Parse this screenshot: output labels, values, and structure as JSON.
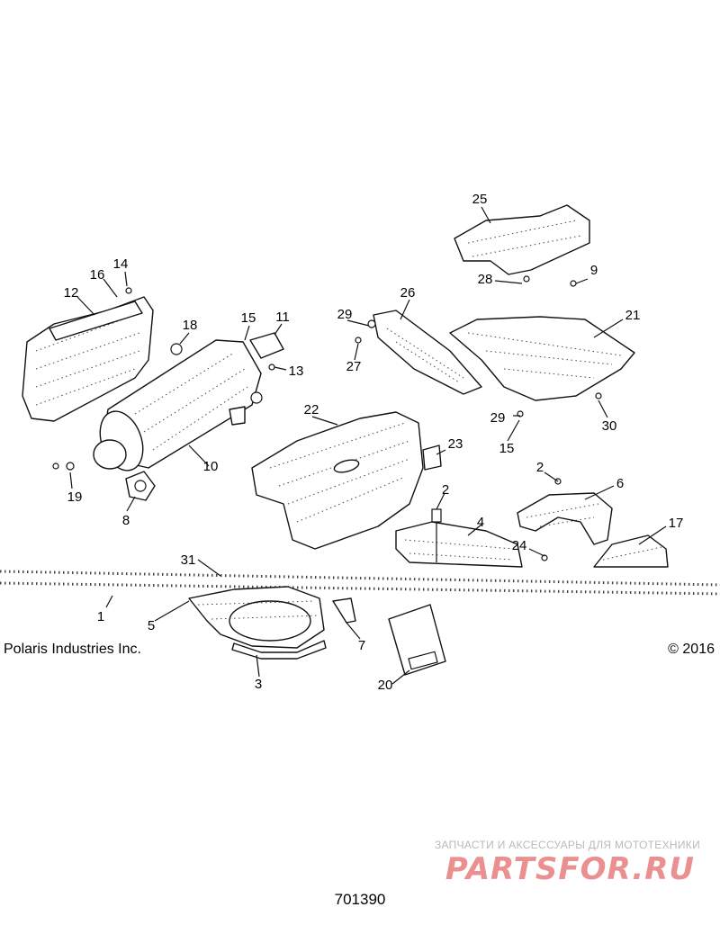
{
  "footer": {
    "company": "Polaris Industries Inc.",
    "copyright": "© 2016",
    "diagram_number": "701390"
  },
  "watermark": {
    "tagline": "ЗАПЧАСТИ И АКСЕССУАРЫ ДЛЯ МОТОТЕХНИКИ",
    "logo": "PARTSFOR.RU",
    "color": "#e56b6b"
  },
  "callouts": {
    "c1": "1",
    "c2a": "2",
    "c2b": "2",
    "c3": "3",
    "c4": "4",
    "c5": "5",
    "c6": "6",
    "c7": "7",
    "c8": "8",
    "c9": "9",
    "c10": "10",
    "c11": "11",
    "c12": "12",
    "c13": "13",
    "c14": "14",
    "c15a": "15",
    "c15b": "15",
    "c16": "16",
    "c17": "17",
    "c18": "18",
    "c19": "19",
    "c20": "20",
    "c21": "21",
    "c22": "22",
    "c23": "23",
    "c24": "24",
    "c25": "25",
    "c26": "26",
    "c27": "27",
    "c28": "28",
    "c29a": "29",
    "c29b": "29",
    "c30": "30",
    "c31": "31"
  }
}
